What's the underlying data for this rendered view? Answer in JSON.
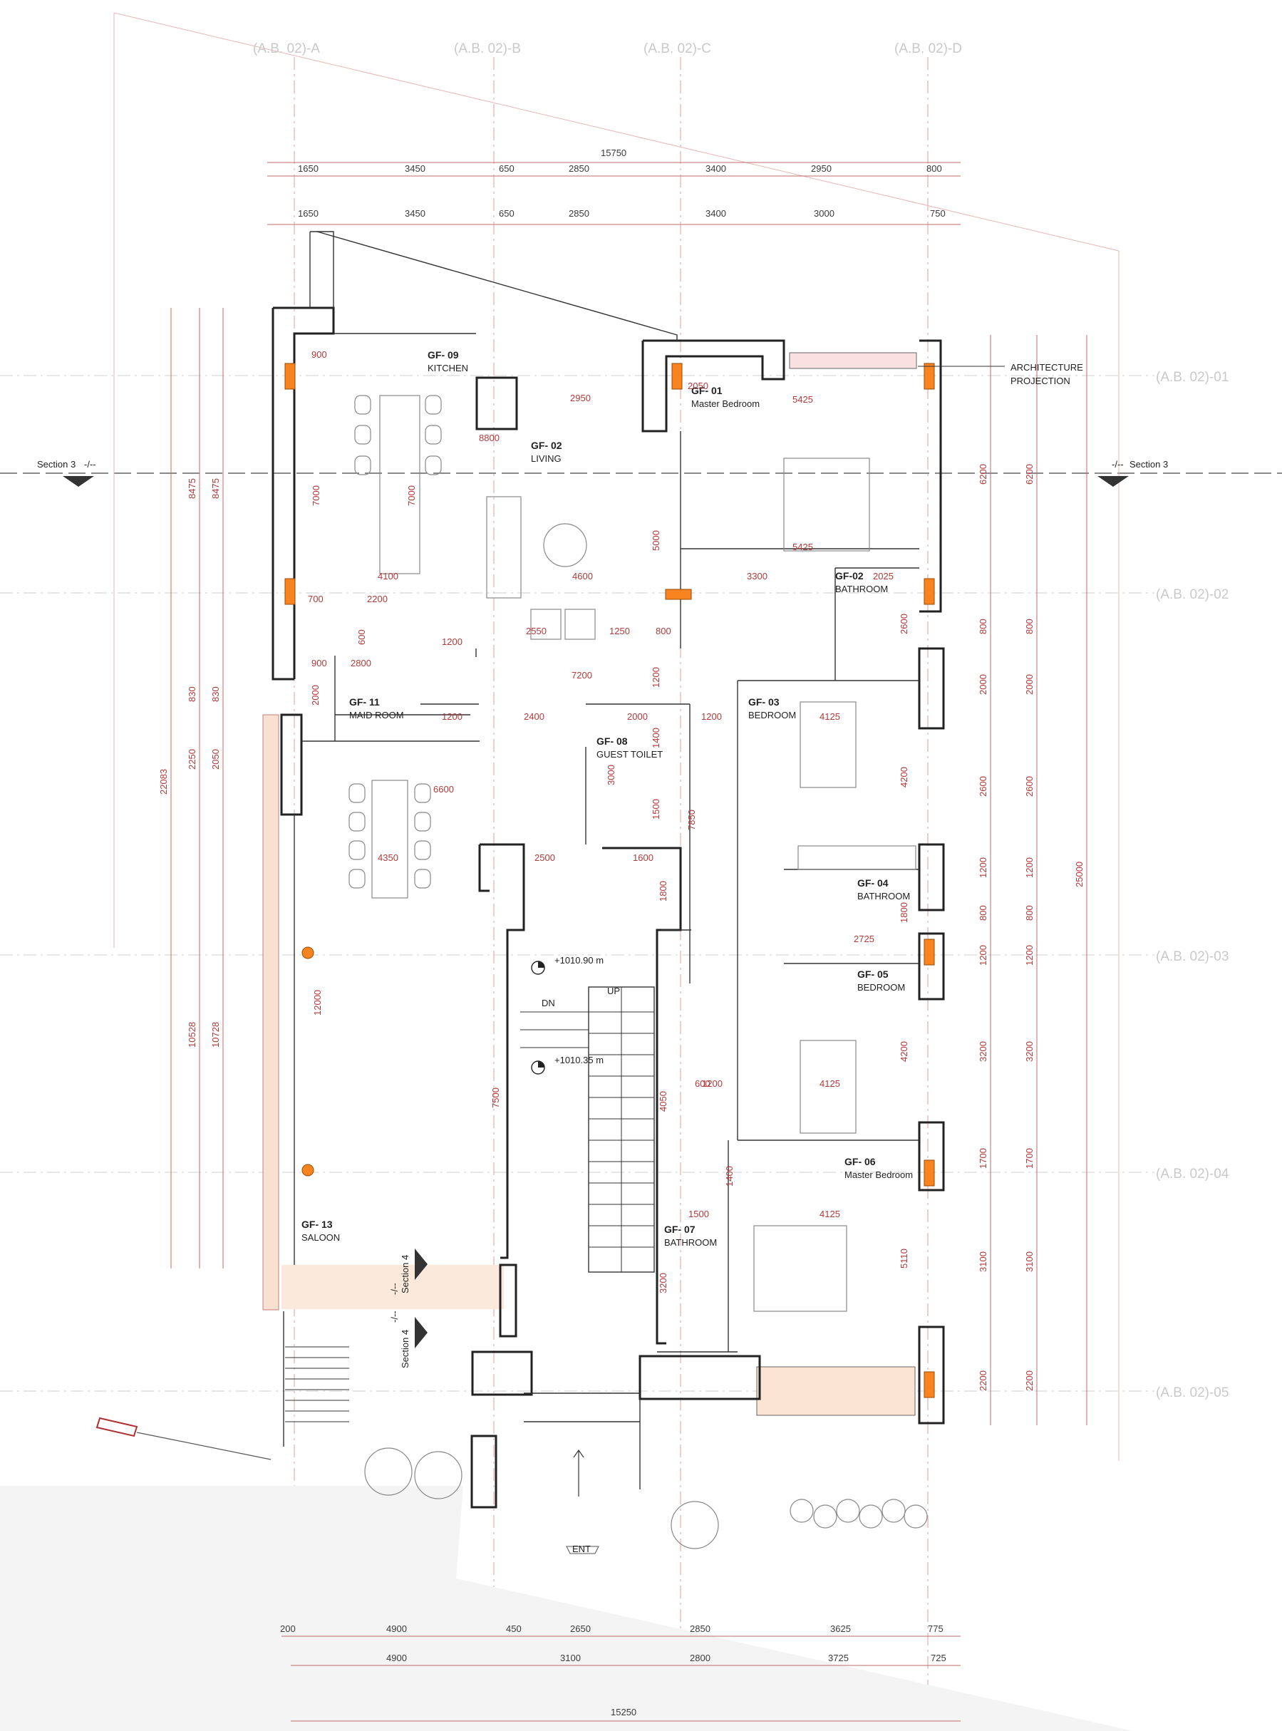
{
  "axes_top": [
    {
      "id": "axis-a",
      "label": "(A.B. 02)-A"
    },
    {
      "id": "axis-b",
      "label": "(A.B. 02)-B"
    },
    {
      "id": "axis-c",
      "label": "(A.B. 02)-C"
    },
    {
      "id": "axis-d",
      "label": "(A.B. 02)-D"
    }
  ],
  "axes_right": [
    {
      "id": "axis-01",
      "label": "(A.B. 02)-01"
    },
    {
      "id": "axis-02",
      "label": "(A.B. 02)-02"
    },
    {
      "id": "axis-03",
      "label": "(A.B. 02)-03"
    },
    {
      "id": "axis-04",
      "label": "(A.B. 02)-04"
    },
    {
      "id": "axis-05",
      "label": "(A.B. 02)-05"
    }
  ],
  "dims_top": {
    "total": "15750",
    "row1": [
      "1650",
      "3450",
      "650",
      "2850",
      "3400",
      "2950",
      "800"
    ],
    "row2": [
      "1650",
      "3450",
      "650",
      "2850",
      "3400",
      "3000",
      "750"
    ]
  },
  "dims_bottom": {
    "row1": [
      "200",
      "4900",
      "450",
      "2650",
      "2850",
      "3625",
      "775"
    ],
    "row2": [
      "4900",
      "3100",
      "2800",
      "3725",
      "725"
    ],
    "total": "15250"
  },
  "dims_left": {
    "outer": [
      "22083"
    ],
    "mid": [
      "8475",
      "830",
      "2250",
      "10528"
    ],
    "inner": [
      "8475",
      "830",
      "2050",
      "10728"
    ]
  },
  "dims_right": {
    "outer": [
      "25000"
    ],
    "inner1": [
      "6200",
      "800",
      "2000",
      "2600",
      "1200",
      "800",
      "1200",
      "3200",
      "1700",
      "3100",
      "2200"
    ],
    "inner2": [
      "6200",
      "800",
      "2000",
      "2600",
      "1200",
      "800",
      "1200",
      "3200",
      "1700",
      "3100",
      "2200"
    ]
  },
  "rooms": [
    {
      "id": "gf09",
      "code": "GF- 09",
      "name": "KITCHEN"
    },
    {
      "id": "gf02",
      "code": "GF- 02",
      "name": "LIVING"
    },
    {
      "id": "gf01",
      "code": "GF- 01",
      "name": "Master Bedroom"
    },
    {
      "id": "gf02b",
      "code": "GF-02",
      "name": "BATHROOM"
    },
    {
      "id": "gf03",
      "code": "GF- 03",
      "name": "BEDROOM"
    },
    {
      "id": "gf11",
      "code": "GF- 11",
      "name": "MAID ROOM"
    },
    {
      "id": "gf08",
      "code": "GF- 08",
      "name": "GUEST TOILET"
    },
    {
      "id": "gf04",
      "code": "GF- 04",
      "name": "BATHROOM"
    },
    {
      "id": "gf05",
      "code": "GF- 05",
      "name": "BEDROOM"
    },
    {
      "id": "gf06",
      "code": "GF- 06",
      "name": "Master Bedroom"
    },
    {
      "id": "gf07",
      "code": "GF- 07",
      "name": "BATHROOM"
    },
    {
      "id": "gf13",
      "code": "GF- 13",
      "name": "SALOON"
    }
  ],
  "inner_dims": {
    "d900a": "900",
    "d2050": "2050",
    "d5425a": "5425",
    "d2950": "2950",
    "d8800": "8800",
    "d7000a": "7000",
    "d7000b": "7000",
    "d5000": "5000",
    "d4100": "4100",
    "d4600": "4600",
    "d5425b": "5425",
    "d3300": "3300",
    "d2025": "2025",
    "d700": "700",
    "d2200": "2200",
    "d600a": "600",
    "d1200a": "1200",
    "d2550": "2550",
    "d1250": "1250",
    "d800a": "800",
    "d2600": "2600",
    "d900b": "900",
    "d2800": "2800",
    "d7200": "7200",
    "d1200b": "1200",
    "d2000a": "2000",
    "d1200c": "1200",
    "d2400": "2400",
    "d2000b": "2000",
    "d1400a": "1400",
    "d1200d": "1200",
    "d4125a": "4125",
    "d6600": "6600",
    "d3000": "3000",
    "d1500": "1500",
    "d7850": "7850",
    "d4200a": "4200",
    "d4350": "4350",
    "d2500": "2500",
    "d1600": "1600",
    "d1800a": "1800",
    "d1800b": "1800",
    "d2725": "2725",
    "d12000": "12000",
    "d4200b": "4200",
    "d4050": "4050",
    "d600b": "600",
    "d1200e": "1200",
    "d4125b": "4125",
    "d7500": "7500",
    "d1400b": "1400",
    "d1500b": "1500",
    "d4125c": "4125",
    "d5110": "5110",
    "d3200": "3200"
  },
  "levels": {
    "upper": "+1010.90 m",
    "lower": "+1010.35 m"
  },
  "stair": {
    "down": "DN",
    "up": "UP"
  },
  "sections": {
    "s3_left": "Section 3",
    "s3_right": "Section 3",
    "s3_tag": "-/--",
    "s4_top": "Section 4",
    "s4_bottom": "Section 4",
    "s4_tag": "-/--"
  },
  "annotation": {
    "line1": "ARCHITECTURE",
    "line2": "PROJECTION"
  },
  "entrance": "ENT",
  "colors": {
    "column": "#f7841e",
    "dimension": "#c46a6a",
    "grid": "#d8a0a0",
    "highlight": "#f9e1d2"
  }
}
